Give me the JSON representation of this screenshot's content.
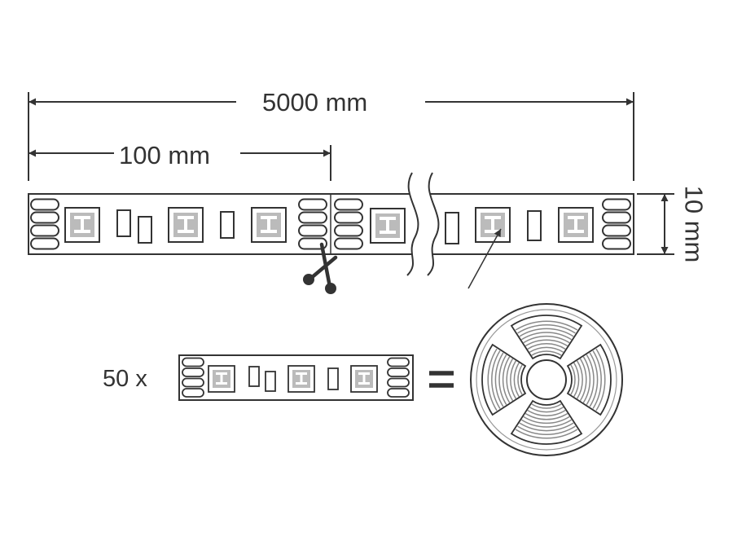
{
  "labels": {
    "total_length": "5000 mm",
    "segment_length": "100 mm",
    "strip_width": "10 mm",
    "multiplier": "50 x"
  }
}
